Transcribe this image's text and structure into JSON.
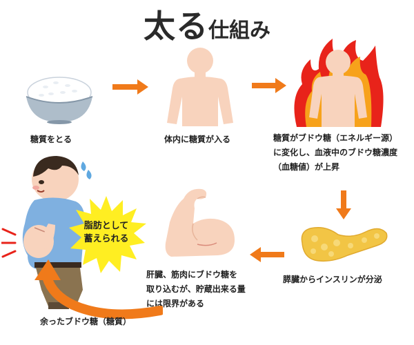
{
  "title": {
    "main": "太る",
    "sub": "仕組み"
  },
  "steps": {
    "eat": {
      "label": "糖質をとる"
    },
    "enter": {
      "label": "体内に糖質が入る"
    },
    "convert": {
      "lines": [
        "糖質がブドウ糖（エネルギー源）",
        "に変化し、血液中のブドウ糖濃度",
        "（血糖値）が上昇"
      ]
    },
    "insulin": {
      "label": "膵臓からインスリンが分泌"
    },
    "muscle": {
      "lines": [
        "肝臓、筋肉にブドウ糖を",
        "取り込むが、貯蔵出来る量",
        "には限界がある"
      ]
    },
    "fat": {
      "burst_lines": [
        "脂肪として",
        "蓄えられる"
      ]
    },
    "excess": {
      "label": "余ったブドウ糖（糖質）"
    }
  },
  "colors": {
    "arrow": "#f07a1a",
    "skin": "#f8d3bd",
    "flame_outer": "#e8231a",
    "flame_inner": "#f7a21b",
    "burst": "#ffee22",
    "pancreas": "#f2c545"
  }
}
